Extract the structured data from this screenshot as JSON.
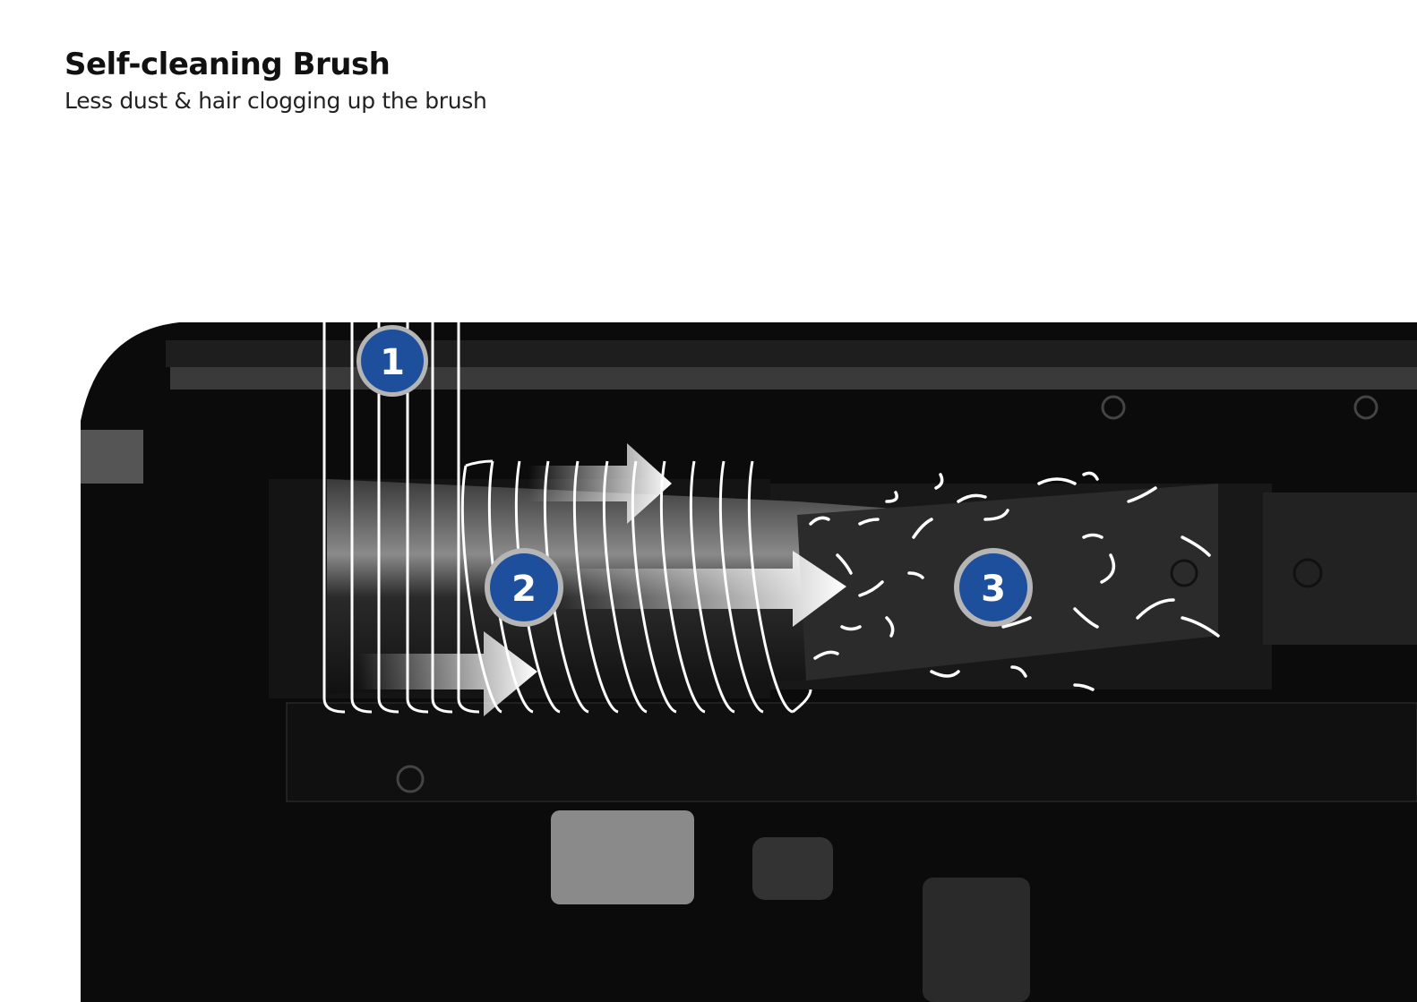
{
  "header": {
    "title": "Self-cleaning Brush",
    "subtitle": "Less dust & hair clogging up the brush"
  },
  "steps": [
    {
      "number": "1"
    },
    {
      "number": "2"
    },
    {
      "number": "3"
    }
  ],
  "colors": {
    "badge": "#1d4f9c",
    "badge_ring": "#b5b5b5",
    "body": "#0b0b0b",
    "lines": "#ffffff"
  }
}
